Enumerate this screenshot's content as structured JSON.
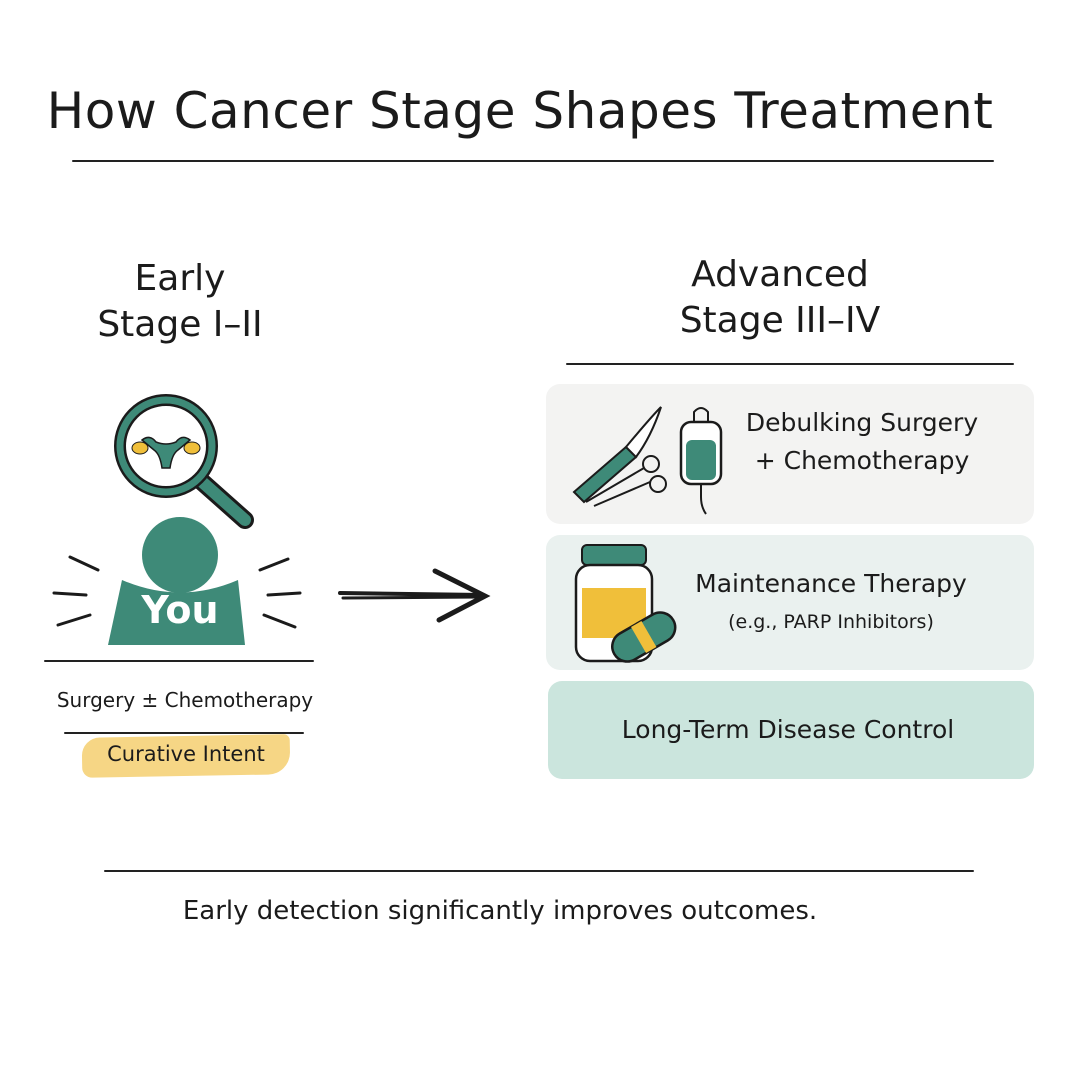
{
  "title": "How Cancer Stage Shapes Treatment",
  "early": {
    "heading": "Early",
    "stage": "Stage I–II",
    "person_label": "You",
    "treatment": "Surgery ± Chemotherapy",
    "intent": "Curative Intent"
  },
  "advanced": {
    "heading": "Advanced",
    "stage": "Stage III–IV",
    "steps": [
      {
        "line1": "Debulking Surgery",
        "line2": "+ Chemotherapy"
      },
      {
        "line1": "Maintenance Therapy",
        "line2": "(e.g., PARP Inhibitors)"
      },
      {
        "line1": "Long-Term Disease Control"
      }
    ]
  },
  "footer": "Early detection significantly improves outcomes.",
  "colors": {
    "teal": "#3e8a78",
    "yellow": "#f0bf3a",
    "highlight": "#f6d685",
    "box1": "#f3f3f2",
    "box2": "#eaf1ef",
    "box3": "#cbe5dd"
  }
}
